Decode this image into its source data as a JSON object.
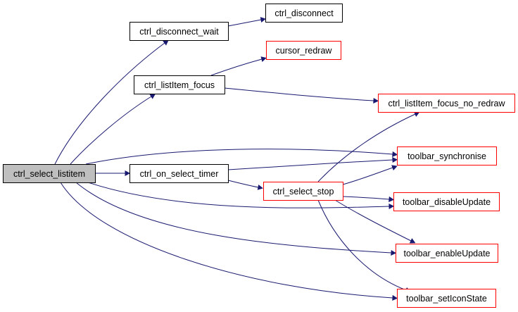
{
  "colors": {
    "edge": "#191970",
    "root_fill": "#bfbfbf",
    "root_border": "#000000",
    "black_border": "#000000",
    "red_border": "#ff0000",
    "node_fill": "#ffffff"
  },
  "nodes": {
    "ctrl_select_listitem": {
      "label": "ctrl_select_listitem",
      "border": "black",
      "root": true
    },
    "ctrl_disconnect_wait": {
      "label": "ctrl_disconnect_wait",
      "border": "black"
    },
    "ctrl_disconnect": {
      "label": "ctrl_disconnect",
      "border": "black"
    },
    "cursor_redraw": {
      "label": "cursor_redraw",
      "border": "red"
    },
    "ctrl_listItem_focus": {
      "label": "ctrl_listItem_focus",
      "border": "black"
    },
    "ctrl_listItem_focus_no_redraw": {
      "label": "ctrl_listItem_focus_no_redraw",
      "border": "red"
    },
    "toolbar_synchronise": {
      "label": "toolbar_synchronise",
      "border": "red"
    },
    "ctrl_on_select_timer": {
      "label": "ctrl_on_select_timer",
      "border": "black"
    },
    "ctrl_select_stop": {
      "label": "ctrl_select_stop",
      "border": "red"
    },
    "toolbar_disableUpdate": {
      "label": "toolbar_disableUpdate",
      "border": "red"
    },
    "toolbar_enableUpdate": {
      "label": "toolbar_enableUpdate",
      "border": "red"
    },
    "toolbar_setIconState": {
      "label": "toolbar_setIconState",
      "border": "red"
    }
  },
  "edges": [
    {
      "from": "ctrl_select_listitem",
      "to": "ctrl_disconnect_wait"
    },
    {
      "from": "ctrl_disconnect_wait",
      "to": "ctrl_disconnect"
    },
    {
      "from": "ctrl_select_listitem",
      "to": "ctrl_listItem_focus"
    },
    {
      "from": "ctrl_listItem_focus",
      "to": "cursor_redraw"
    },
    {
      "from": "ctrl_listItem_focus",
      "to": "ctrl_listItem_focus_no_redraw"
    },
    {
      "from": "ctrl_select_listitem",
      "to": "toolbar_synchronise"
    },
    {
      "from": "ctrl_select_listitem",
      "to": "ctrl_on_select_timer"
    },
    {
      "from": "ctrl_on_select_timer",
      "to": "toolbar_synchronise"
    },
    {
      "from": "ctrl_on_select_timer",
      "to": "ctrl_select_stop"
    },
    {
      "from": "ctrl_select_stop",
      "to": "ctrl_listItem_focus_no_redraw"
    },
    {
      "from": "ctrl_select_stop",
      "to": "toolbar_synchronise"
    },
    {
      "from": "ctrl_select_stop",
      "to": "toolbar_disableUpdate"
    },
    {
      "from": "ctrl_select_stop",
      "to": "toolbar_enableUpdate"
    },
    {
      "from": "ctrl_select_stop",
      "to": "toolbar_setIconState"
    },
    {
      "from": "ctrl_select_listitem",
      "to": "toolbar_disableUpdate"
    },
    {
      "from": "ctrl_select_listitem",
      "to": "toolbar_enableUpdate"
    },
    {
      "from": "ctrl_select_listitem",
      "to": "toolbar_setIconState"
    }
  ]
}
